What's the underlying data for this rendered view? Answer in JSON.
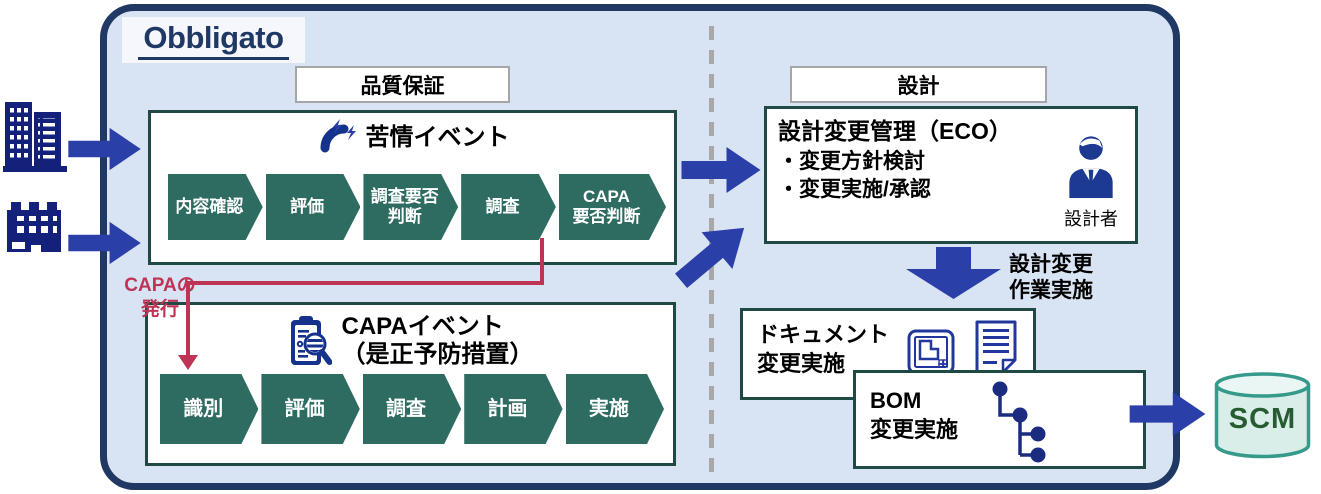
{
  "brand": {
    "logo_text": "Obbligato"
  },
  "sections": {
    "quality_label": "品質保証",
    "design_label": "設計"
  },
  "complaint_event": {
    "title": "苦情イベント",
    "steps": [
      "内容確認",
      "評価",
      "調査要否\n判断",
      "調査",
      "CAPA\n要否判断"
    ]
  },
  "capa_issue": {
    "label": "CAPAの\n発行"
  },
  "capa_event": {
    "title_line1": "CAPAイベント",
    "title_line2": "（是正予防措置）",
    "steps": [
      "識別",
      "評価",
      "調査",
      "計画",
      "実施"
    ]
  },
  "eco": {
    "title": "設計変更管理（ECO）",
    "bullets": [
      "・変更方針検討",
      "・変更実施/承認"
    ],
    "person_label": "設計者"
  },
  "design_work": {
    "label": "設計変更\n作業実施"
  },
  "document_change": {
    "label": "ドキュメント\n変更実施"
  },
  "bom_change": {
    "label": "BOM\n変更実施"
  },
  "scm": {
    "label": "SCM"
  },
  "colors": {
    "panel_fill": "#D8E3F3",
    "panel_border": "#1F3864",
    "chevron_teal": "#2E6C62",
    "box_border": "#1F4A44",
    "arrow_blue": "#2B3FA9",
    "icon_navy": "#16338C",
    "building_navy": "#14217A",
    "red_accent": "#BE3455",
    "scm_fill": "#D9EDE9",
    "scm_border": "#35998B",
    "scm_text": "#275C33"
  }
}
